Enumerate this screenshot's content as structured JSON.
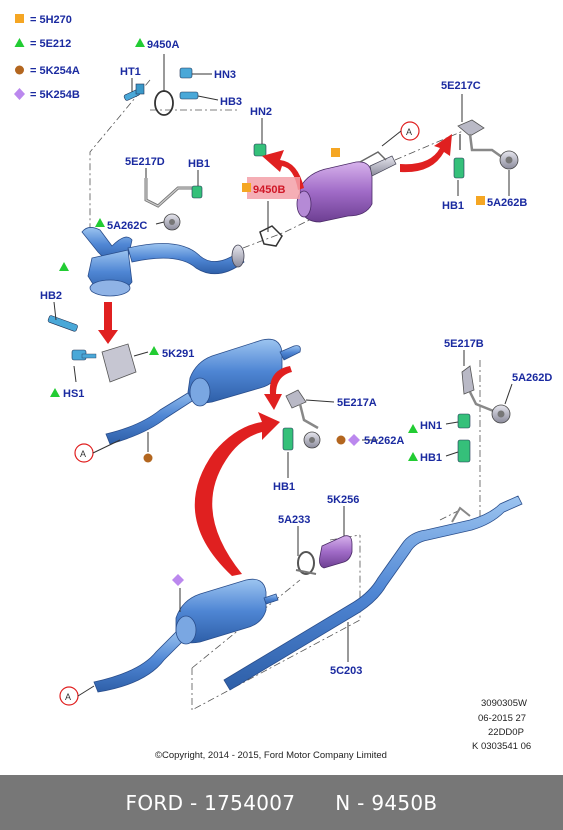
{
  "legend": [
    {
      "symbol": "square",
      "color": "#f5a623",
      "label": "= 5H270"
    },
    {
      "symbol": "triangle",
      "color": "#22cc33",
      "label": "= 5E212"
    },
    {
      "symbol": "circle",
      "color": "#b3661f",
      "label": "= 5K254A"
    },
    {
      "symbol": "diamond",
      "color": "#bb88ee",
      "label": "= 5K254B"
    }
  ],
  "labels": {
    "l9450A": "9450A",
    "lHT1": "HT1",
    "lHN3": "HN3",
    "lHB3": "HB3",
    "lHN2": "HN2",
    "l5E217C": "5E217C",
    "lA1": "A",
    "l5E217D": "5E217D",
    "lHB1a": "HB1",
    "l9450B": "9450B",
    "l5A262C": "5A262C",
    "lHB1b": "HB1",
    "l5A262B": "5A262B",
    "lHB2": "HB2",
    "l5K291": "5K291",
    "lHS1": "HS1",
    "l5E217B": "5E217B",
    "l5A262D": "5A262D",
    "lHN1": "HN1",
    "lHB1c": "HB1",
    "l5E217A": "5E217A",
    "lA2": "A",
    "l5A262A": "5A262A",
    "lHB1d": "HB1",
    "l5A233": "5A233",
    "l5K256": "5K256",
    "l5C203": "5C203",
    "lA3": "A"
  },
  "reference": [
    "3090305W",
    "06-2015 27",
    "22DD0P",
    "K 0303541 06"
  ],
  "copyright": "©Copyright, 2014 - 2015, Ford Motor Company Limited",
  "footer": "FORD - 1754007      N - 9450B",
  "colors": {
    "label": "#1a2aa0",
    "pipe": "#5a8fd8",
    "arrow": "#e02020",
    "highlight": "#f3a0a8",
    "footer_bg": "#777777"
  }
}
